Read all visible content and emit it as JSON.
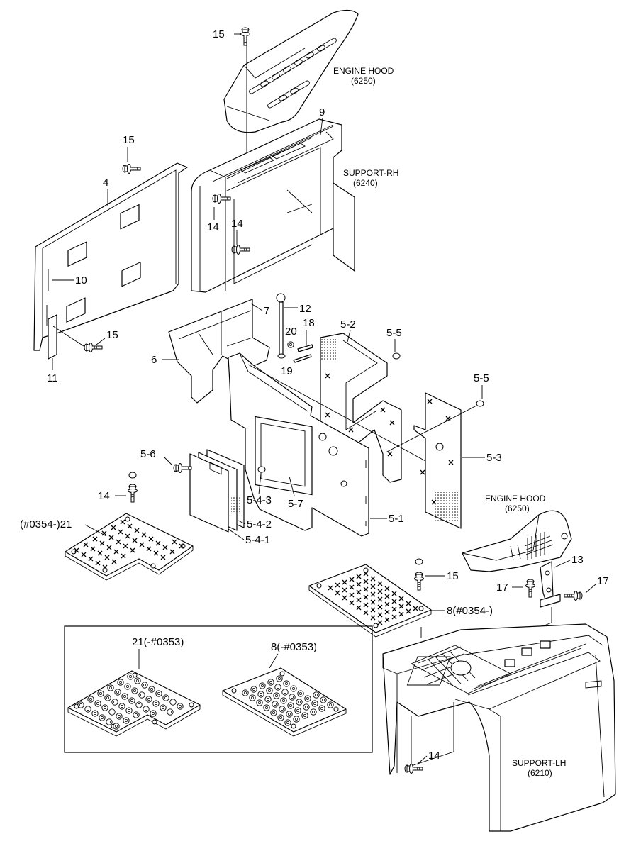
{
  "titles": {
    "hood_top": {
      "name": "ENGINE HOOD",
      "code": "(6250)"
    },
    "support_rh": {
      "name": "SUPPORT-RH",
      "code": "(6240)"
    },
    "hood_right": {
      "name": "ENGINE HOOD",
      "code": "(6250)"
    },
    "support_lh": {
      "name": "SUPPORT-LH",
      "code": "(6210)"
    }
  },
  "labels": {
    "p15_top": "15",
    "p9": "9",
    "p15_left": "15",
    "p4": "4",
    "p14_a": "14",
    "p14_b": "14",
    "p10": "10",
    "p7": "7",
    "p12": "12",
    "p20": "20",
    "p18": "18",
    "p19": "19",
    "p52": "5-2",
    "p55_a": "5-5",
    "p15_mid": "15",
    "p6": "6",
    "p11": "11",
    "p55_b": "5-5",
    "p56": "5-6",
    "p53": "5-3",
    "p14_c": "14",
    "p543": "5-4-3",
    "p57": "5-7",
    "p21": "(#0354-)21",
    "p542": "5-4-2",
    "p51": "5-1",
    "p541": "5-4-1",
    "p13": "13",
    "p15_low": "15",
    "p17_a": "17",
    "p17_b": "17",
    "p8": "8(#0354-)",
    "p21_old": "21(-#0353)",
    "p8_old": "8(-#0353)",
    "p14_d": "14"
  },
  "icons": [
    "bolt",
    "washer",
    "plate",
    "hood",
    "frame"
  ]
}
